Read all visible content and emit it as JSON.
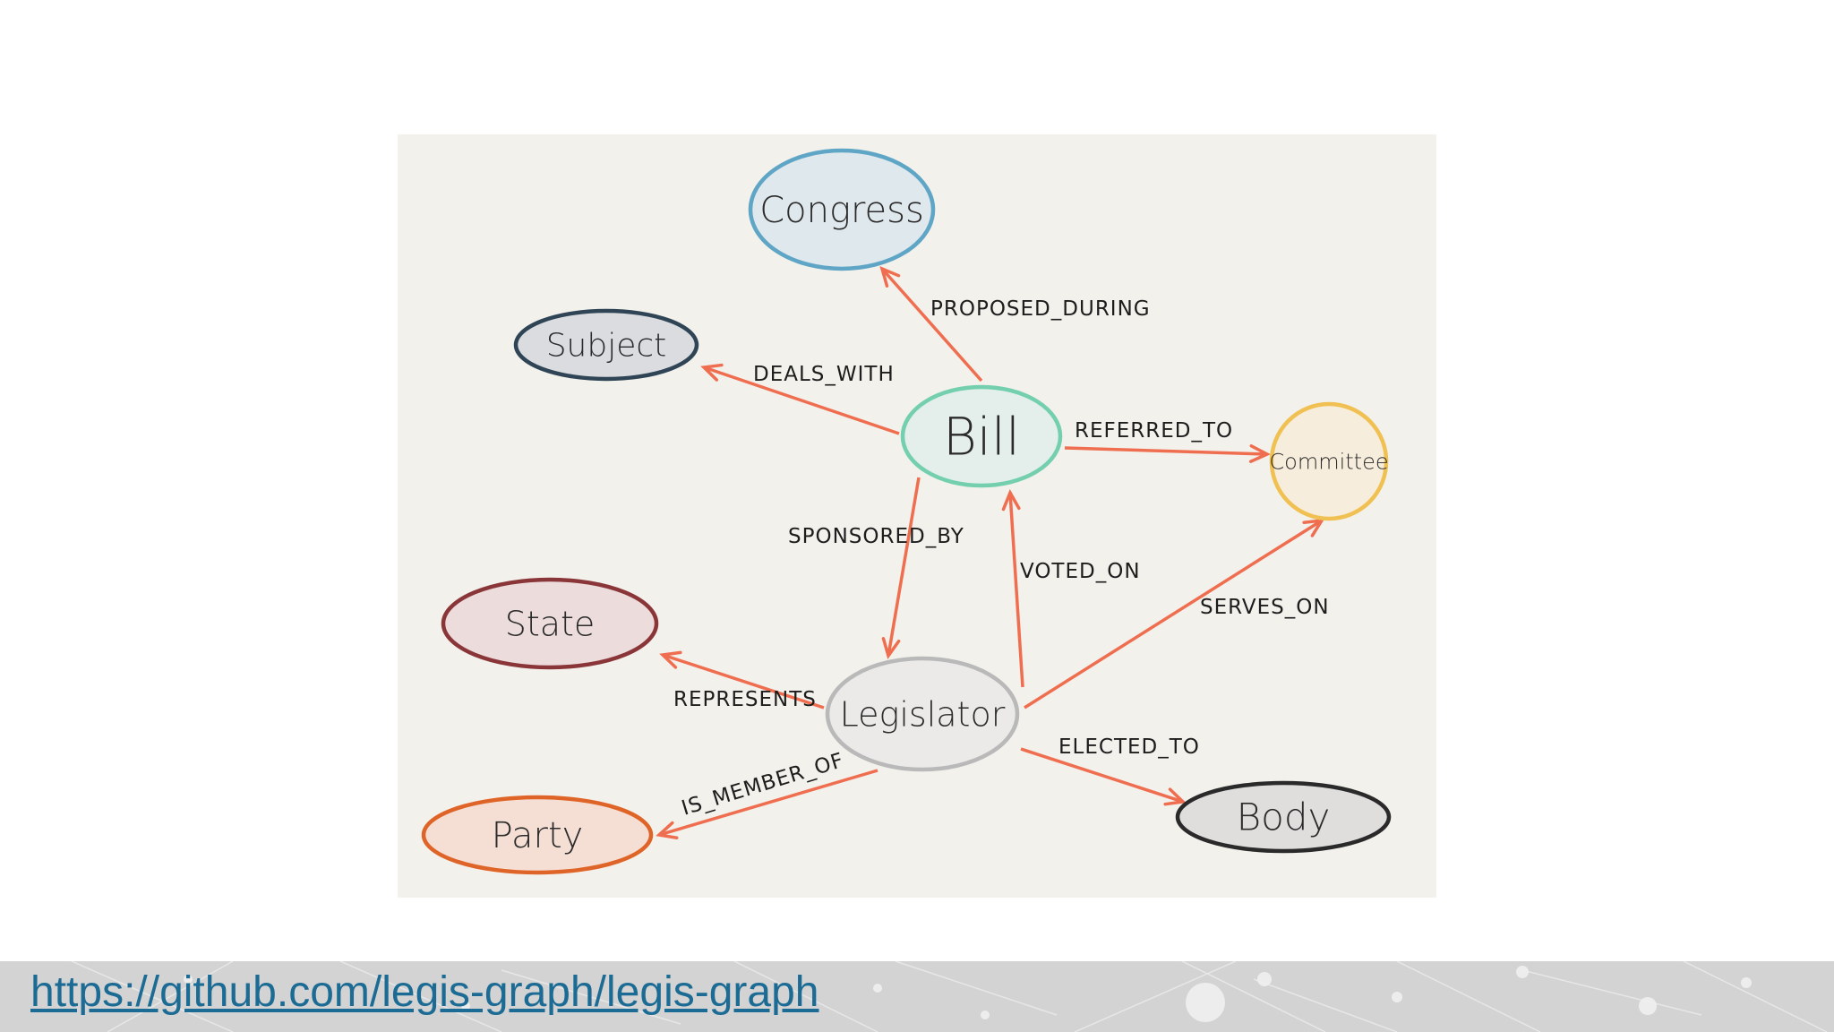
{
  "diagram": {
    "nodes": [
      {
        "id": "congress",
        "label": "Congress",
        "stroke": "#5fa5c6",
        "fill": "#dfe8ec"
      },
      {
        "id": "subject",
        "label": "Subject",
        "stroke": "#2f4556",
        "fill": "#dadcdf"
      },
      {
        "id": "bill",
        "label": "Bill",
        "stroke": "#73cfae",
        "fill": "#e4efec"
      },
      {
        "id": "committee",
        "label": "Committee",
        "stroke": "#f0c152",
        "fill": "#f7eddc"
      },
      {
        "id": "state",
        "label": "State",
        "stroke": "#8a3638",
        "fill": "#ecdcdc"
      },
      {
        "id": "legislator",
        "label": "Legislator",
        "stroke": "#b9b9b9",
        "fill": "#ebeae8"
      },
      {
        "id": "party",
        "label": "Party",
        "stroke": "#df6428",
        "fill": "#f5dfd4"
      },
      {
        "id": "body",
        "label": "Body",
        "stroke": "#2a2a2a",
        "fill": "#e0dedd"
      }
    ],
    "edges": [
      {
        "id": "proposed-during",
        "from": "bill",
        "to": "congress",
        "label": "PROPOSED_DURING"
      },
      {
        "id": "deals-with",
        "from": "bill",
        "to": "subject",
        "label": "DEALS_WITH"
      },
      {
        "id": "referred-to",
        "from": "bill",
        "to": "committee",
        "label": "REFERRED_TO"
      },
      {
        "id": "sponsored-by",
        "from": "bill",
        "to": "legislator",
        "label": "SPONSORED_BY"
      },
      {
        "id": "voted-on",
        "from": "legislator",
        "to": "bill",
        "label": "VOTED_ON"
      },
      {
        "id": "serves-on",
        "from": "legislator",
        "to": "committee",
        "label": "SERVES_ON"
      },
      {
        "id": "represents",
        "from": "legislator",
        "to": "state",
        "label": "REPRESENTS"
      },
      {
        "id": "is-member-of",
        "from": "legislator",
        "to": "party",
        "label": "IS_MEMBER_OF"
      },
      {
        "id": "elected-to",
        "from": "legislator",
        "to": "body",
        "label": "ELECTED_TO"
      }
    ]
  },
  "footer": {
    "link_text": "https://github.com/legis-graph/legis-graph",
    "link_color": "#1b6b94"
  }
}
